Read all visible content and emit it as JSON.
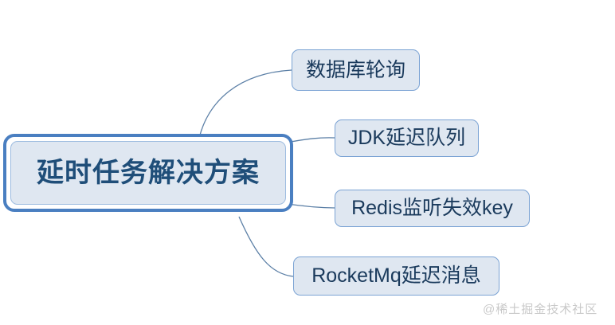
{
  "diagram": {
    "type": "mind-map",
    "title": "延时任务解决方案",
    "root": {
      "label": "延时任务解决方案",
      "text_color": "#1f4e79",
      "fill_color": "#dfe7f1",
      "border_color": "#4a7fc1"
    },
    "branches": [
      {
        "label": "数据库轮询"
      },
      {
        "label": "JDK延迟队列"
      },
      {
        "label": "Redis监听失效key"
      },
      {
        "label": "RocketMq延迟消息"
      }
    ],
    "connector_color": "#5b7fa6",
    "branch_fill_color": "#dfe7f1",
    "branch_border_color": "#7ba3d4",
    "branch_text_color": "#1a3a5c"
  },
  "watermark": {
    "text": "@稀土掘金技术社区",
    "color": "#c9c9c9"
  }
}
